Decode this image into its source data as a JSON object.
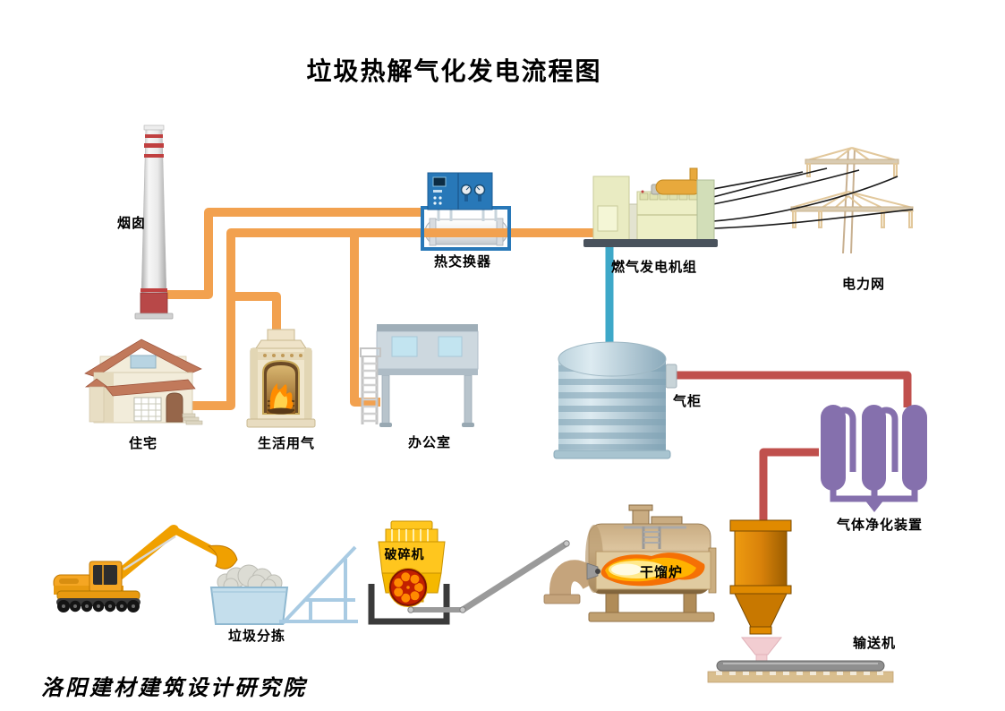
{
  "title": "垃圾热解气化发电流程图",
  "footer": "洛阳建材建筑设计研究院",
  "nodes": {
    "chimney": {
      "label": "烟囱"
    },
    "heat_exchanger": {
      "label": "热交换器"
    },
    "gas_generator_set": {
      "label": "燃气发电机组"
    },
    "power_grid": {
      "label": "电力网"
    },
    "residence": {
      "label": "住宅"
    },
    "domestic_gas": {
      "label": "生活用气"
    },
    "office": {
      "label": "办公室"
    },
    "gas_tank": {
      "label": "气柜"
    },
    "gas_purifier": {
      "label": "气体净化装置"
    },
    "waste_sorting": {
      "label": "垃圾分拣"
    },
    "crusher": {
      "label": "破碎机"
    },
    "retort_furnace": {
      "label": "干馏炉"
    },
    "conveyor": {
      "label": "输送机"
    }
  },
  "pipe_colors": {
    "flue_gas_orange": "#F2A14F",
    "raw_gas_blue": "#3EA8C8",
    "clean_gas_red": "#C0504D"
  }
}
